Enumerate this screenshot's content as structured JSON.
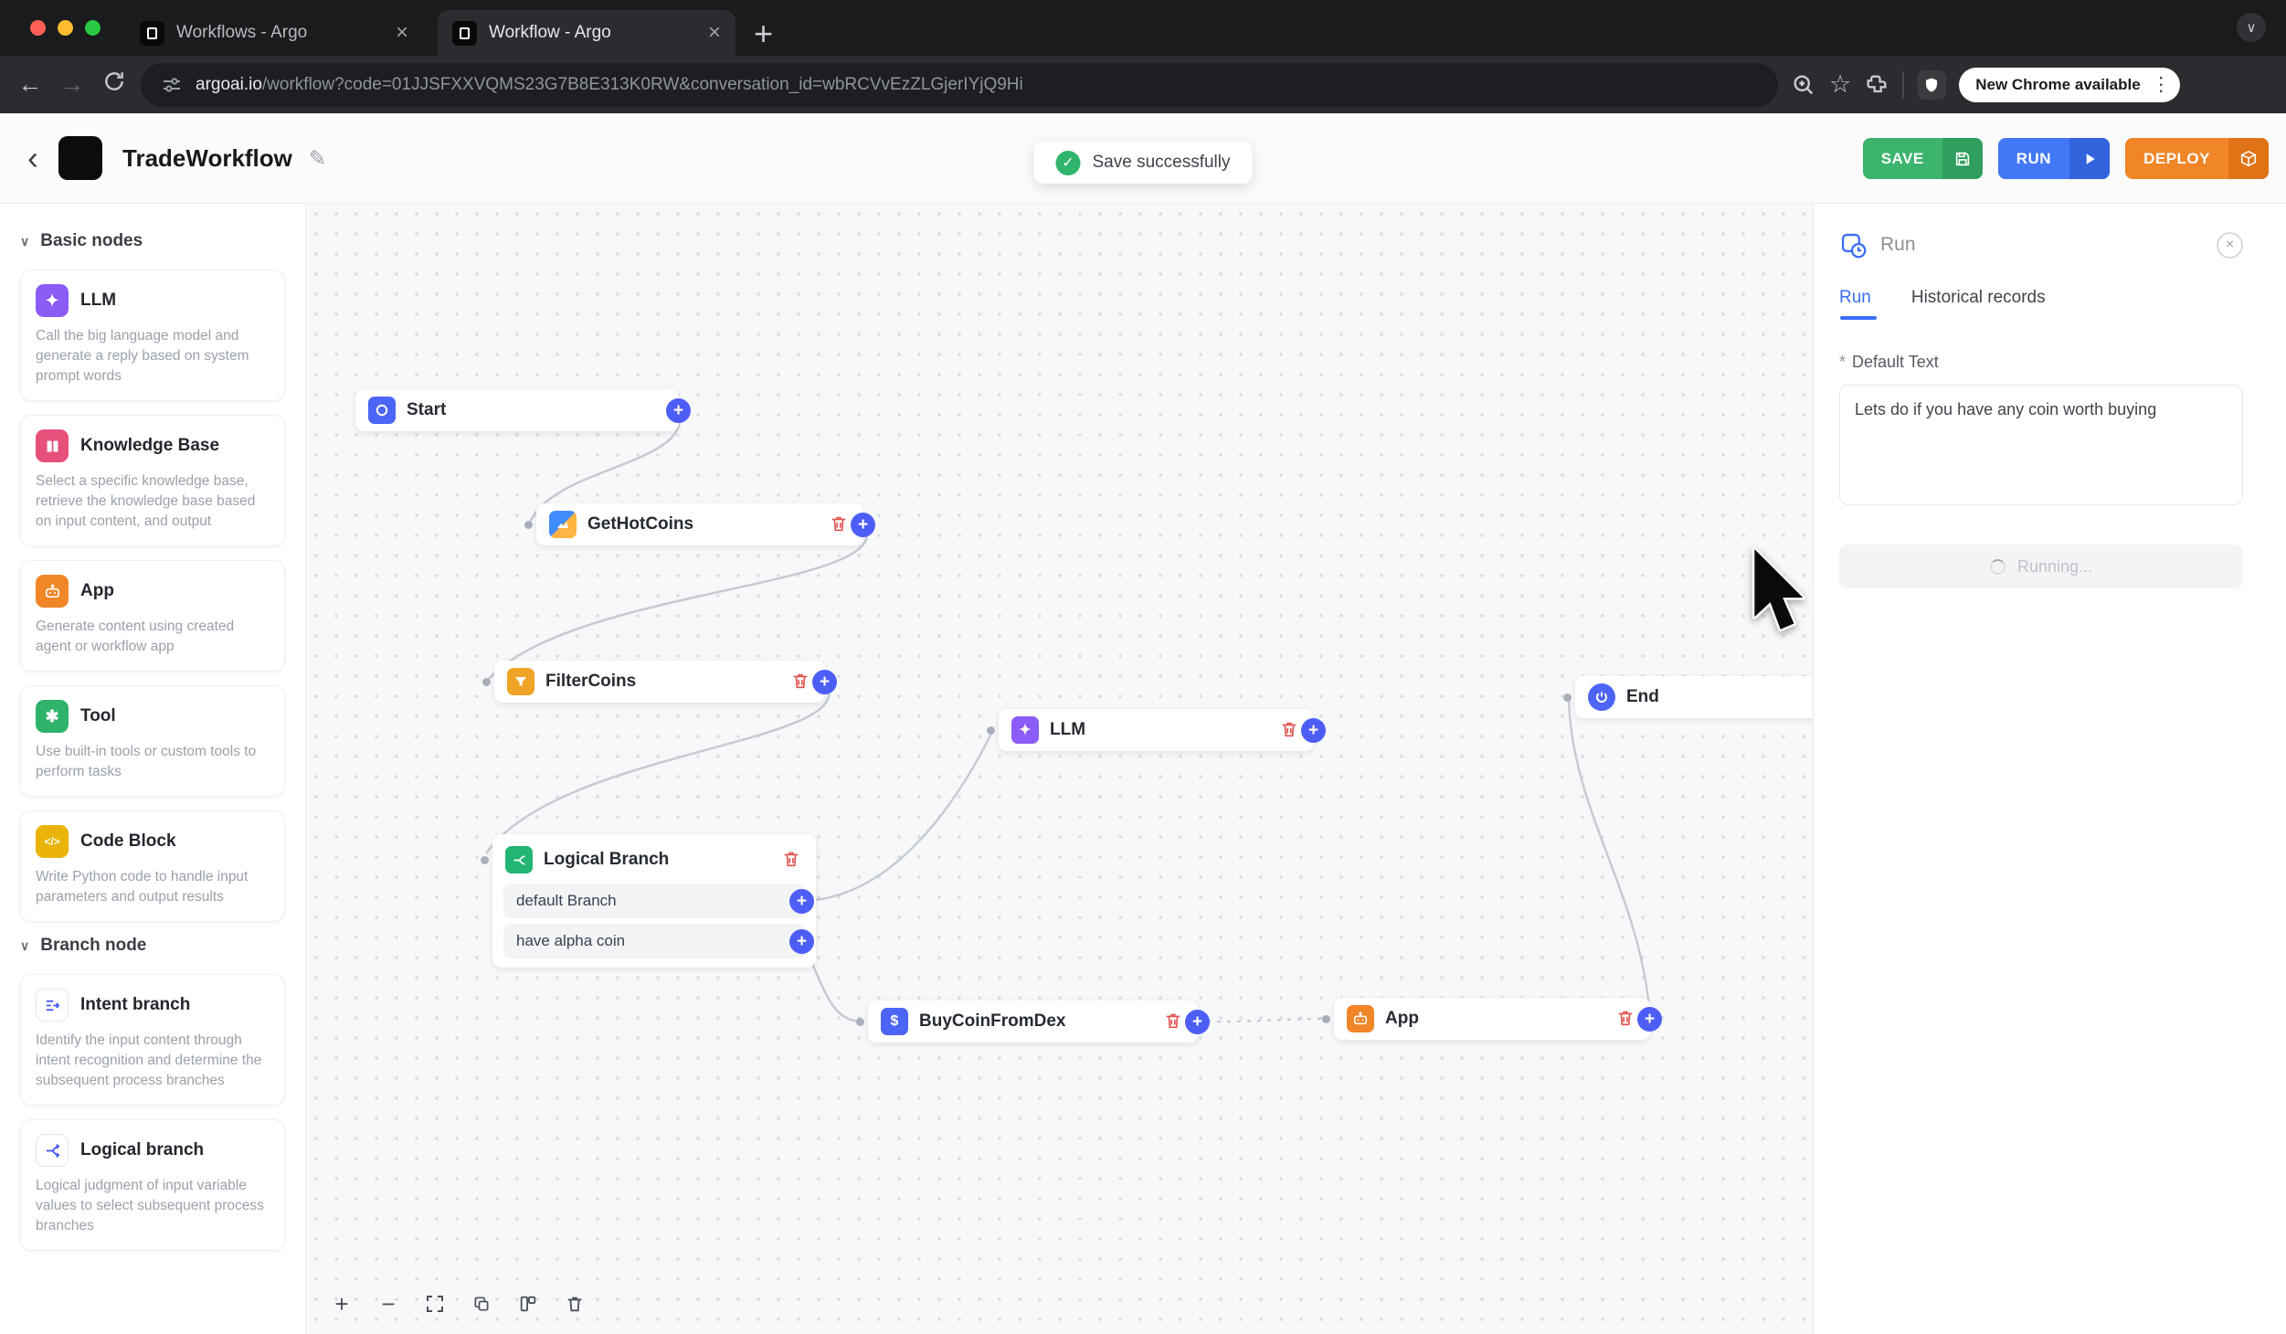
{
  "icons": {
    "plus": "+",
    "minus": "−",
    "close": "×",
    "check": "✓",
    "chevron_down": "∨",
    "chevron_left": "‹",
    "back_arrow": "←",
    "forward_arrow": "→",
    "star": "☆",
    "dots_vertical": "⋮",
    "edit": "✎",
    "sparkle": "✦",
    "dollar": "$",
    "code": "</>",
    "tool": "✱"
  },
  "browser": {
    "tabs": [
      {
        "label": "Workflows - Argo"
      },
      {
        "label": "Workflow - Argo"
      }
    ],
    "url": {
      "host": "argoai.io",
      "rest": "/workflow?code=01JJSFXXVQMS23G7B8E313K0RW&conversation_id=wbRCVvEzZLGjerIYjQ9Hi"
    },
    "update_button": "New Chrome available"
  },
  "header": {
    "title": "TradeWorkflow",
    "toast": "Save successfully",
    "save_label": "SAVE",
    "run_label": "RUN",
    "deploy_label": "DEPLOY"
  },
  "sidebar": {
    "sections": [
      {
        "label": "Basic nodes",
        "items": [
          {
            "title": "LLM",
            "desc": "Call the big language model and generate a reply based on system prompt words",
            "color": "#8b5cf6"
          },
          {
            "title": "Knowledge Base",
            "desc": "Select a specific knowledge base, retrieve the knowledge base based on input content, and output",
            "color": "#e8507c"
          },
          {
            "title": "App",
            "desc": "Generate content using created agent or workflow app",
            "color": "#f08627"
          },
          {
            "title": "Tool",
            "desc": "Use built-in tools or custom tools to perform tasks",
            "color": "#2fb36b"
          },
          {
            "title": "Code Block",
            "desc": "Write Python code to handle input parameters and output results",
            "color": "#eab308"
          }
        ]
      },
      {
        "label": "Branch node",
        "items": [
          {
            "title": "Intent branch",
            "desc": "Identify the input content through intent recognition and determine the subsequent process branches"
          },
          {
            "title": "Logical branch",
            "desc": "Logical judgment of input variable values to select subsequent process branches"
          }
        ]
      }
    ]
  },
  "canvas": {
    "nodes": [
      {
        "label": "Start"
      },
      {
        "label": "GetHotCoins"
      },
      {
        "label": "FilterCoins"
      },
      {
        "label": "Logical Branch",
        "branches": [
          "default Branch",
          "have alpha coin"
        ]
      },
      {
        "label": "LLM"
      },
      {
        "label": "BuyCoinFromDex"
      },
      {
        "label": "App"
      },
      {
        "label": "End"
      }
    ]
  },
  "run_panel": {
    "title": "Run",
    "tabs": [
      "Run",
      "Historical records"
    ],
    "required_mark": "*",
    "field_label": "Default Text",
    "field_value": "Lets do if you have any coin worth buying",
    "running_label": "Running..."
  }
}
